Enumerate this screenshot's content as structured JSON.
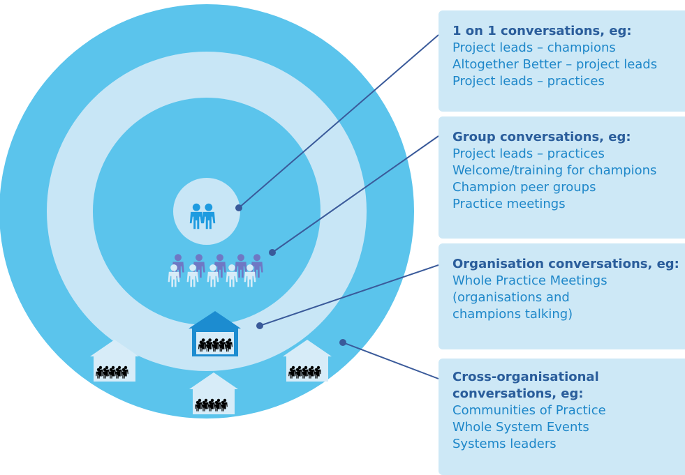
{
  "colors": {
    "outer_ring": "#5bc4ec",
    "light_ring": "#c8e6f6",
    "house_light": "#d7ecf8",
    "house_dark": "#1c8cd0",
    "people_front": "#1e9be0",
    "people_back": "#6f78c4",
    "connector": "#3a5a9a",
    "panel_bg": "#cde8f6",
    "heading_text": "#2a5d9b",
    "body_text": "#1e87c9"
  },
  "boxes": [
    {
      "heading": "1 on 1 conversations, eg:",
      "lines": [
        "Project leads – champions",
        "Altogether Better – project leads",
        "Project leads – practices"
      ]
    },
    {
      "heading": "Group conversations, eg:",
      "lines": [
        "Project leads – practices",
        "Welcome/training for champions",
        "Champion peer groups",
        "Practice meetings"
      ]
    },
    {
      "heading": "Organisation conversations, eg:",
      "lines": [
        "Whole Practice Meetings",
        "(organisations and",
        "champions talking)"
      ]
    },
    {
      "heading_lines": [
        "Cross-organisational",
        "conversations, eg:"
      ],
      "lines": [
        "Communities of Practice",
        "Whole System Events",
        "Systems leaders"
      ]
    }
  ],
  "icons": {
    "pair": "two-people-icon",
    "group": "group-of-people-icon",
    "house": "house-with-people-icon"
  }
}
